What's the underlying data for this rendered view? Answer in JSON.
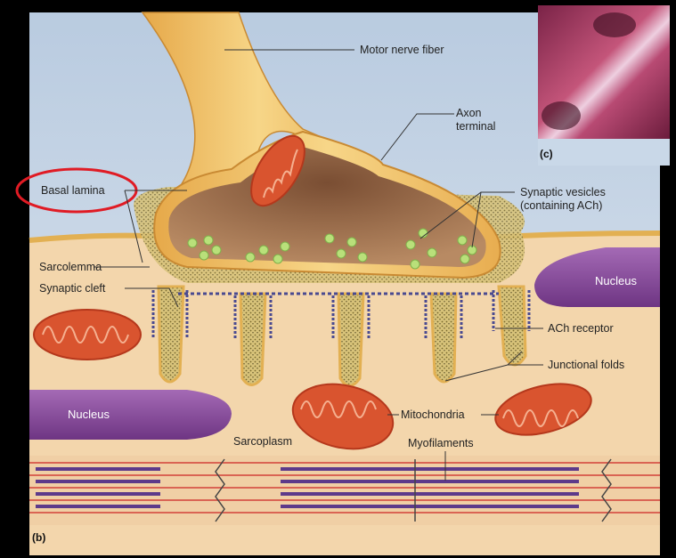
{
  "labels": {
    "motor_nerve_fiber": "Motor nerve fiber",
    "axon_terminal_1": "Axon",
    "axon_terminal_2": "terminal",
    "basal_lamina": "Basal lamina",
    "synaptic_vesicles_1": "Synaptic vesicles",
    "synaptic_vesicles_2": "(containing ACh)",
    "sarcolemma": "Sarcolemma",
    "synaptic_cleft": "Synaptic cleft",
    "nucleus_right": "Nucleus",
    "nucleus_left": "Nucleus",
    "ach_receptor": "ACh receptor",
    "junctional_folds": "Junctional folds",
    "mitochondria": "Mitochondria",
    "sarcoplasm": "Sarcoplasm",
    "myofilaments": "Myofilaments",
    "panel_b": "(b)",
    "panel_c": "(c)"
  },
  "colors": {
    "background": "#000000",
    "figure_bg": "#f5d9b0",
    "sky": "#c9d8e8",
    "nerve": "#f2c56e",
    "terminal_inside": "#a67a57",
    "mitochondria": "#d9542f",
    "nucleus": "#8a4b9c",
    "highlight_circle": "#e01b24",
    "vesicles": "#b9e07a",
    "receptor": "#5a5aa0"
  }
}
